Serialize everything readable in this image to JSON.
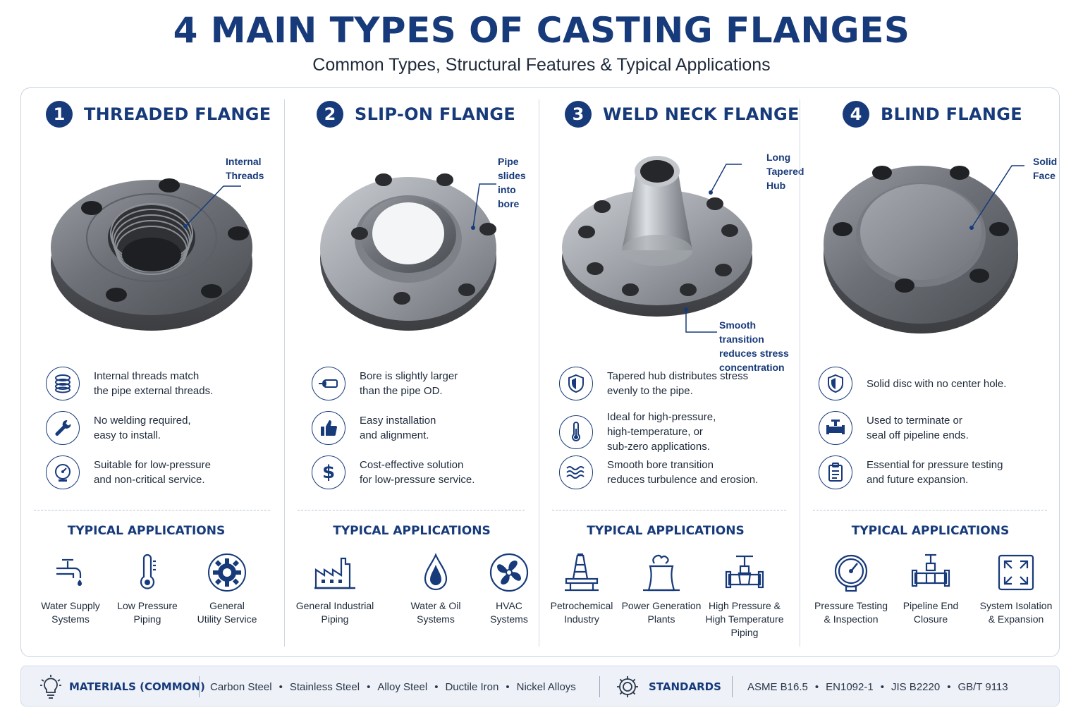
{
  "header": {
    "title": "4 MAIN TYPES OF CASTING FLANGES",
    "subtitle": "Common Types, Structural Features & Typical Applications"
  },
  "colors": {
    "accent": "#173a7a",
    "text": "#1e2a3a",
    "footer_bg": "#eef2f8"
  },
  "columns": [
    {
      "number": "1",
      "title": "THREADED FLANGE",
      "callouts": [
        "Internal\nThreads"
      ],
      "features": [
        {
          "icon": "threads-icon",
          "text": "Internal threads match\nthe pipe external threads."
        },
        {
          "icon": "wrench-icon",
          "text": "No welding required,\neasy to install."
        },
        {
          "icon": "gauge-icon",
          "text": "Suitable for low-pressure\nand non-critical service."
        }
      ],
      "apps_title": "TYPICAL APPLICATIONS",
      "apps": [
        {
          "icon": "faucet-icon",
          "label": "Water Supply\nSystems"
        },
        {
          "icon": "thermometer-icon",
          "label": "Low Pressure\nPiping"
        },
        {
          "icon": "gear-icon",
          "label": "General\nUtility Service"
        }
      ]
    },
    {
      "number": "2",
      "title": "SLIP-ON FLANGE",
      "callouts": [
        "Pipe slides\ninto bore"
      ],
      "features": [
        {
          "icon": "pipe-slide-icon",
          "text": "Bore is slightly larger\nthan the pipe OD."
        },
        {
          "icon": "thumbs-up-icon",
          "text": "Easy installation\nand alignment."
        },
        {
          "icon": "dollar-icon",
          "text": "Cost-effective solution\nfor low-pressure service."
        }
      ],
      "apps_title": "TYPICAL APPLICATIONS",
      "apps": [
        {
          "icon": "factory-icon",
          "label": "General Industrial\nPiping"
        },
        {
          "icon": "drop-icon",
          "label": "Water & Oil\nSystems"
        },
        {
          "icon": "fan-icon",
          "label": "HVAC\nSystems"
        }
      ]
    },
    {
      "number": "3",
      "title": "WELD NECK FLANGE",
      "callouts": [
        "Long\nTapered\nHub",
        "Smooth transition\nreduces stress\nconcentration"
      ],
      "features": [
        {
          "icon": "shield-icon",
          "text": "Tapered hub distributes stress\nevenly to the pipe."
        },
        {
          "icon": "thermometer-icon",
          "text": "Ideal for high-pressure,\nhigh-temperature, or\nsub-zero applications."
        },
        {
          "icon": "waves-icon",
          "text": "Smooth bore transition\nreduces turbulence and erosion."
        }
      ],
      "apps_title": "TYPICAL APPLICATIONS",
      "apps": [
        {
          "icon": "oil-rig-icon",
          "label": "Petrochemical\nIndustry"
        },
        {
          "icon": "cooling-tower-icon",
          "label": "Power Generation\nPlants"
        },
        {
          "icon": "valve-icon",
          "label": "High Pressure &\nHigh Temperature\nPiping"
        }
      ]
    },
    {
      "number": "4",
      "title": "BLIND FLANGE",
      "callouts": [
        "Solid\nFace"
      ],
      "features": [
        {
          "icon": "shield-icon",
          "text": "Solid disc with no center hole."
        },
        {
          "icon": "valve-icon",
          "text": "Used to terminate or\nseal off pipeline ends."
        },
        {
          "icon": "clipboard-icon",
          "text": "Essential for pressure testing\nand future expansion."
        }
      ],
      "apps_title": "TYPICAL APPLICATIONS",
      "apps": [
        {
          "icon": "pressure-gauge-icon",
          "label": "Pressure Testing\n& Inspection"
        },
        {
          "icon": "pipe-end-icon",
          "label": "Pipeline End\nClosure"
        },
        {
          "icon": "expand-icon",
          "label": "System Isolation\n& Expansion"
        }
      ]
    }
  ],
  "footer": {
    "materials_label": "MATERIALS (COMMON)",
    "materials": [
      "Carbon Steel",
      "Stainless Steel",
      "Alloy Steel",
      "Ductile Iron",
      "Nickel Alloys"
    ],
    "standards_label": "STANDARDS",
    "standards": [
      "ASME B16.5",
      "EN1092-1",
      "JIS B2220",
      "GB/T 9113"
    ]
  }
}
